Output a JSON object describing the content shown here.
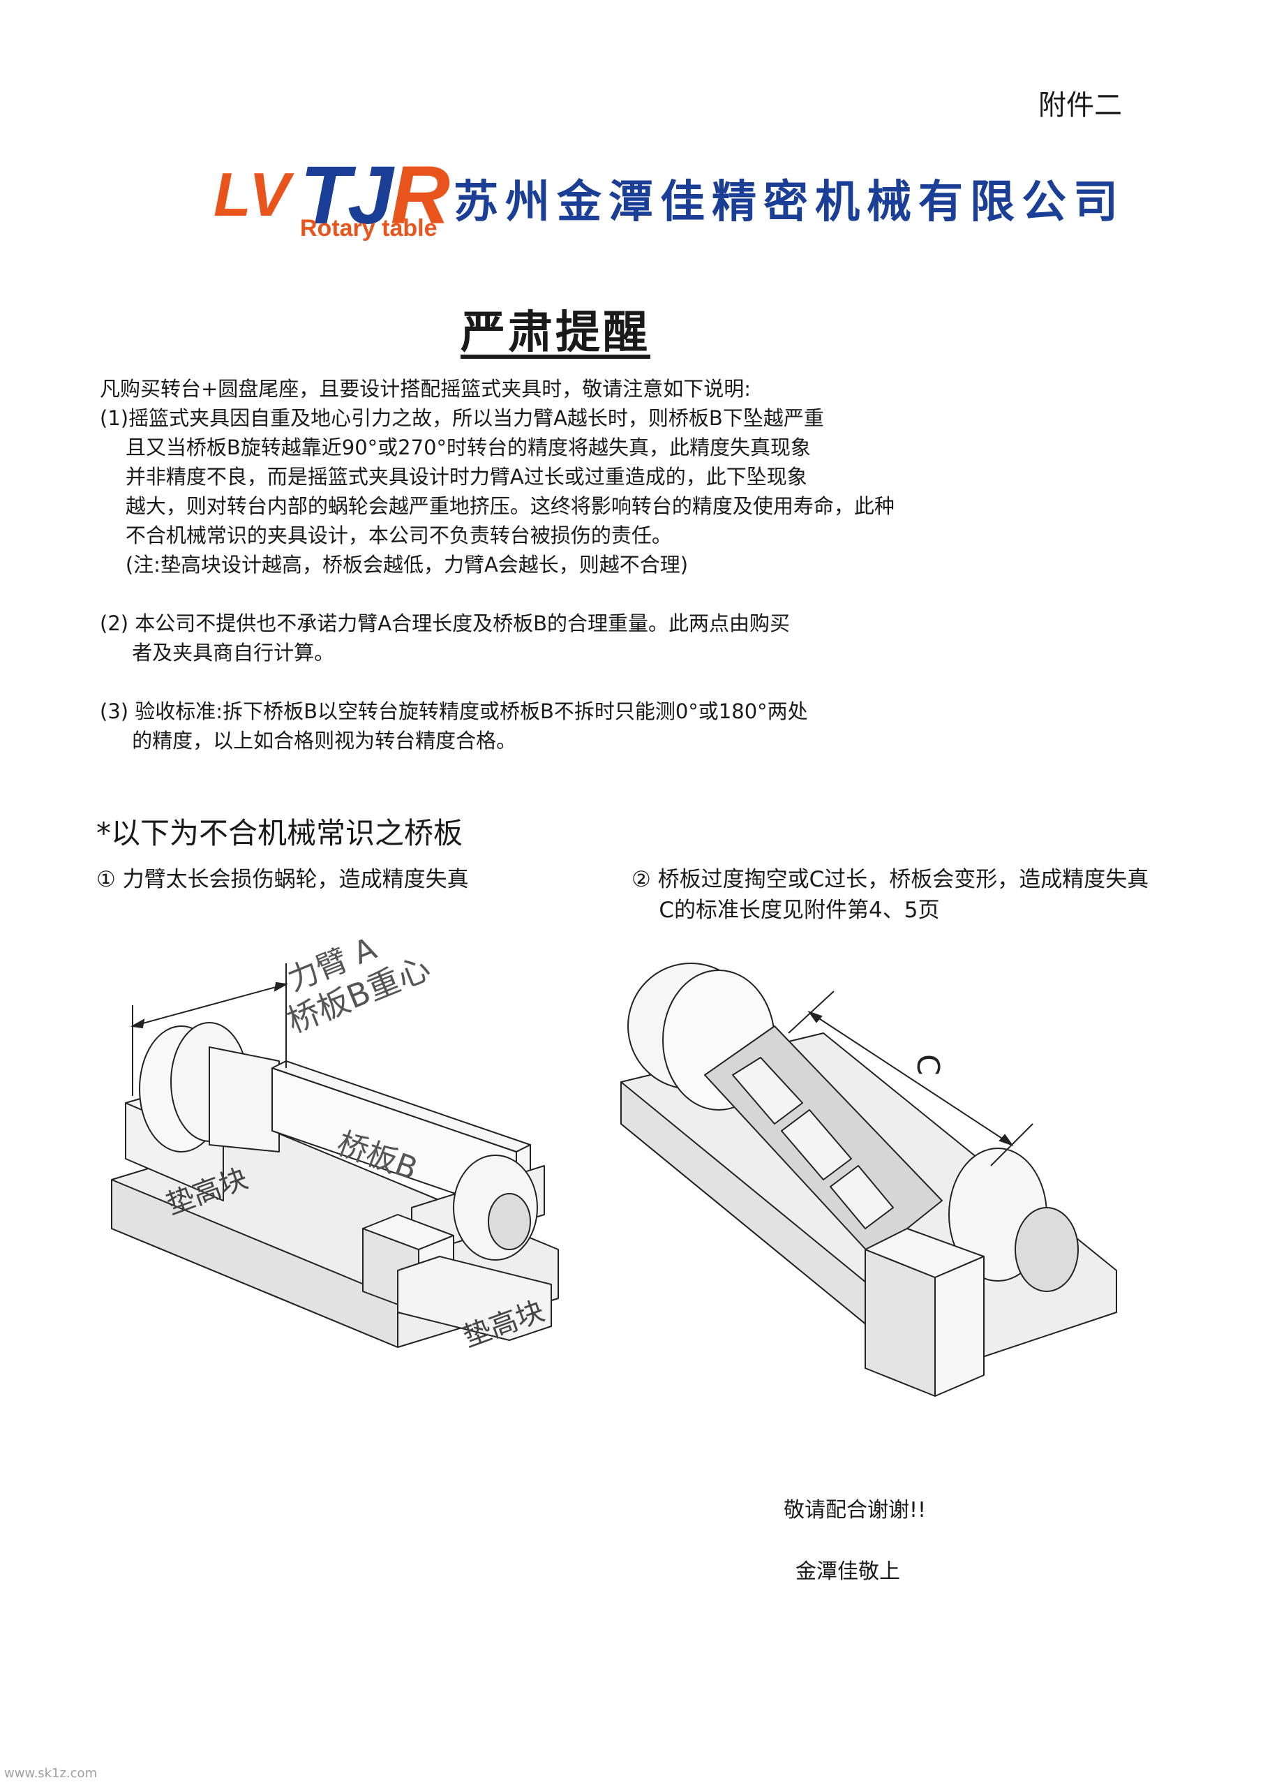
{
  "annex_label": "附件二",
  "logo": {
    "lv": "LV",
    "tj": "TJ",
    "r": "R",
    "subtitle": "Rotary table"
  },
  "company_name": "苏州金潭佳精密机械有限公司",
  "title": "严肃提醒",
  "paragraphs": [
    "凡购买转台+圆盘尾座，且要设计搭配摇篮式夹具时，敬请注意如下说明:",
    "(1)摇篮式夹具因自重及地心引力之故，所以当力臂A越长时，则桥板B下坠越严重",
    "    且又当桥板B旋转越靠近90°或270°时转台的精度将越失真，此精度失真现象",
    "    并非精度不良，而是摇篮式夹具设计时力臂A过长或过重造成的，此下坠现象",
    "    越大，则对转台内部的蜗轮会越严重地挤压。这终将影响转台的精度及使用寿命，此种",
    "    不合机械常识的夹具设计，本公司不负责转台被损伤的责任。",
    "    (注:垫高块设计越高，桥板会越低，力臂A会越长，则越不合理)",
    "",
    "(2) 本公司不提供也不承诺力臂A合理长度及桥板B的合理重量。此两点由购买",
    "     者及夹具商自行计算。",
    "",
    "(3) 验收标准:拆下桥板B以空转台旋转精度或桥板B不拆时只能测0°或180°两处",
    "     的精度，以上如合格则视为转台精度合格。"
  ],
  "section_heading": "*以下为不合机械常识之桥板",
  "figure1": {
    "caption": "① 力臂太长会损伤蜗轮，造成精度失真",
    "label_arm": "力臂 A",
    "label_cog": "桥板B重心",
    "label_bridge": "桥板B",
    "label_riser1": "垫高块",
    "label_riser2": "垫高块"
  },
  "figure2": {
    "caption_line1": "② 桥板过度掏空或C过长，桥板会变形，造成精度失真",
    "caption_line2": "    C的标准长度见附件第4、5页",
    "label_c": "C"
  },
  "closing": {
    "thanks": "敬请配合谢谢!!",
    "signature": "金潭佳敬上"
  },
  "watermark": "www.sk1z.com"
}
